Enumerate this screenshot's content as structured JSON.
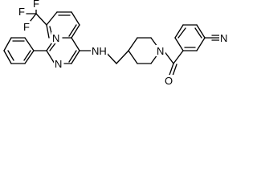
{
  "molecule": {
    "atoms": [
      {
        "id": "F1",
        "label": "F"
      },
      {
        "id": "F2",
        "label": "F"
      },
      {
        "id": "F3",
        "label": "F"
      },
      {
        "id": "N_ring_top",
        "label": "N"
      },
      {
        "id": "N_ring_bottom",
        "label": "N"
      },
      {
        "id": "NH",
        "label": "NH"
      },
      {
        "id": "N_piperidine",
        "label": "N"
      },
      {
        "id": "O_carbonyl",
        "label": "O"
      },
      {
        "id": "N_nitrile",
        "label": "N"
      }
    ],
    "colors": {
      "bond": "#000000",
      "text": "#000000",
      "background": "#ffffff"
    }
  }
}
